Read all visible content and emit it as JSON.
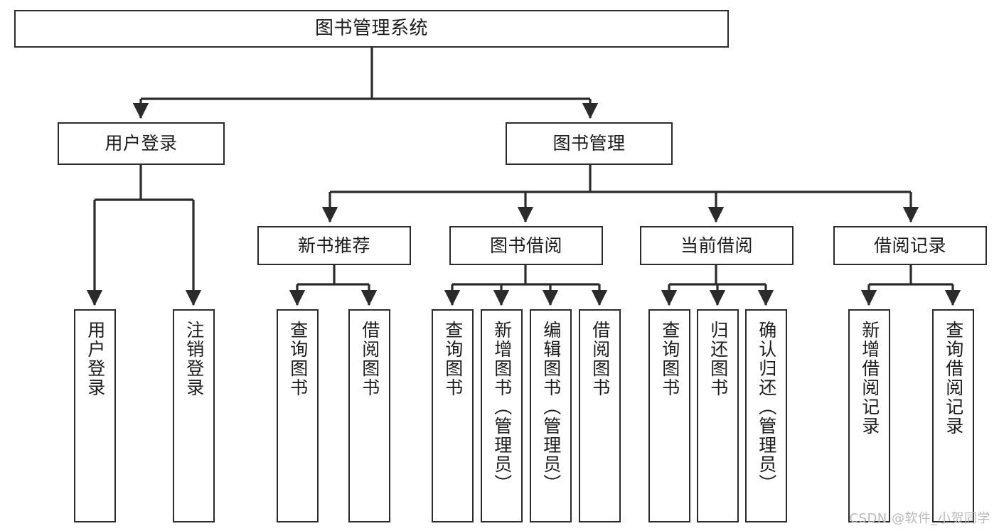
{
  "diagram": {
    "title": "图书管理系统",
    "type": "tree-structure-chart",
    "watermark": "CSDN @软件_小贺同学"
  },
  "nodes": {
    "root": {
      "label": "图书管理系统"
    },
    "level1": [
      {
        "id": "user-login",
        "label": "用户登录"
      },
      {
        "id": "book-manage",
        "label": "图书管理"
      }
    ],
    "level2": [
      {
        "id": "new-book-recommend",
        "label": "新书推荐"
      },
      {
        "id": "book-borrow",
        "label": "图书借阅"
      },
      {
        "id": "current-borrow",
        "label": "当前借阅"
      },
      {
        "id": "borrow-record",
        "label": "借阅记录"
      }
    ],
    "leaves": {
      "user_login": [
        {
          "id": "leaf-user-login",
          "label": "用户登录"
        },
        {
          "id": "leaf-logout",
          "label": "注销登录"
        }
      ],
      "new_book_recommend": [
        {
          "id": "leaf-query-book-1",
          "label": "查询图书"
        },
        {
          "id": "leaf-borrow-book-1",
          "label": "借阅图书"
        }
      ],
      "book_borrow": [
        {
          "id": "leaf-query-book-2",
          "label": "查询图书"
        },
        {
          "id": "leaf-add-book",
          "label": "新增图书（管理员）"
        },
        {
          "id": "leaf-edit-book",
          "label": "编辑图书（管理员）"
        },
        {
          "id": "leaf-borrow-book-2",
          "label": "借阅图书"
        }
      ],
      "current_borrow": [
        {
          "id": "leaf-query-book-3",
          "label": "查询图书"
        },
        {
          "id": "leaf-return-book",
          "label": "归还图书"
        },
        {
          "id": "leaf-confirm-return",
          "label": "确认归还（管理员）"
        }
      ],
      "borrow_record": [
        {
          "id": "leaf-add-record",
          "label": "新增借阅记录"
        },
        {
          "id": "leaf-query-record",
          "label": "查询借阅记录"
        }
      ]
    }
  },
  "style": {
    "stroke": "#2b2b2b",
    "fill": "#ffffff",
    "text": "#1c1c1c",
    "watermark_color": "#b9b9b9"
  }
}
